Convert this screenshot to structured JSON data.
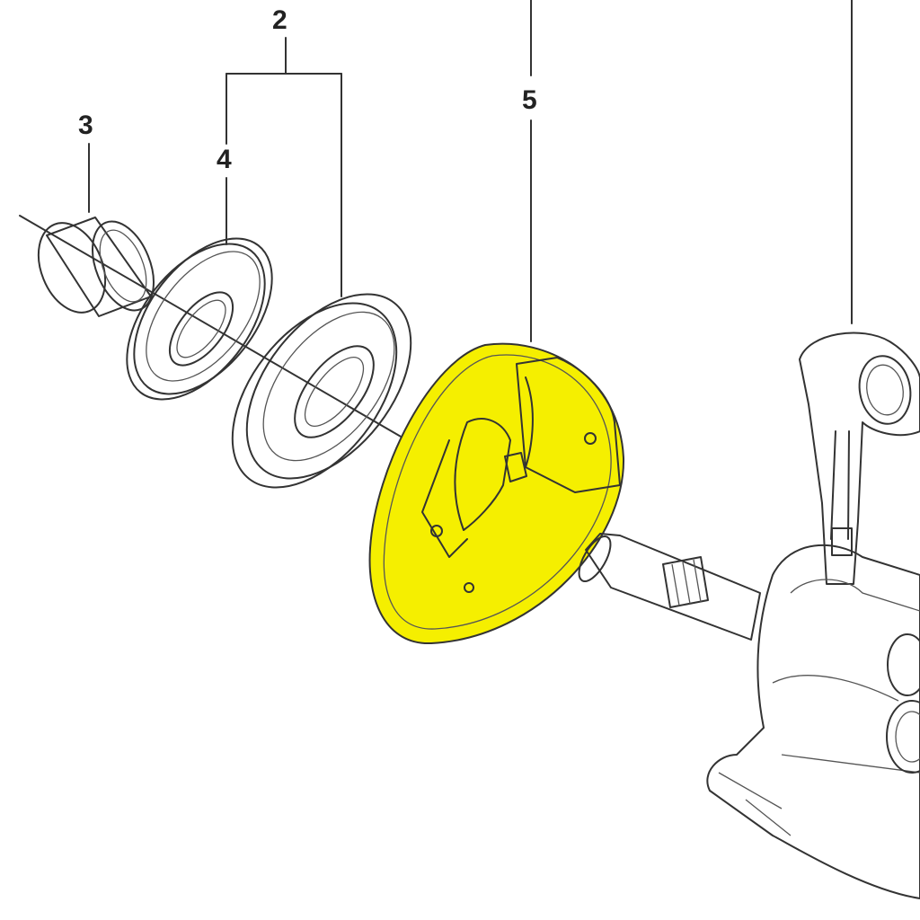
{
  "diagram": {
    "callouts": [
      {
        "id": "2",
        "text": "2"
      },
      {
        "id": "3",
        "text": "3"
      },
      {
        "id": "4",
        "text": "4"
      },
      {
        "id": "5",
        "text": "5"
      }
    ],
    "colors": {
      "highlight": "#f5ef00",
      "line": "#333333",
      "background": "#ffffff"
    },
    "parts": [
      "bushing",
      "oil-seal",
      "ball-bearing",
      "oil-pump-plate",
      "crankshaft"
    ]
  }
}
